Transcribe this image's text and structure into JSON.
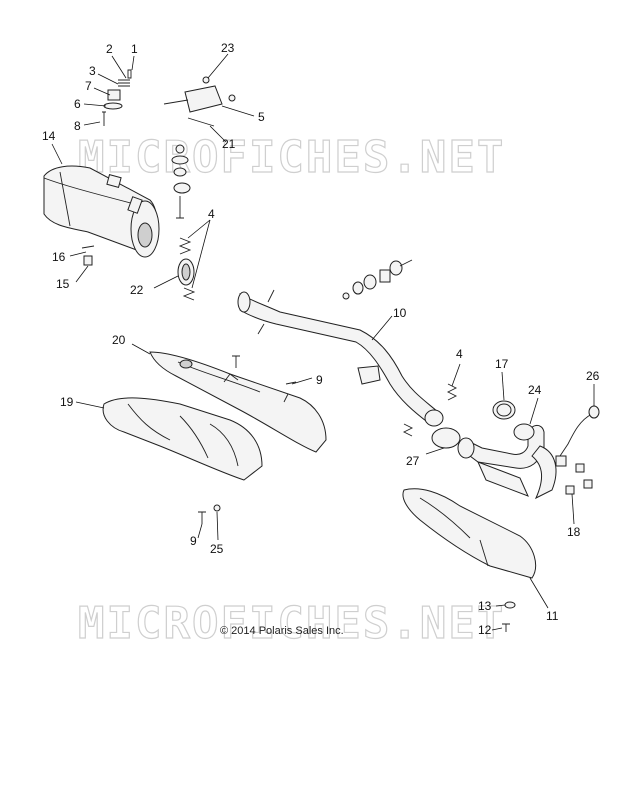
{
  "watermark": "MICROFICHES.NET",
  "copyright": "© 2014 Polaris Sales Inc.",
  "callouts": [
    {
      "id": "c1",
      "label": "1"
    },
    {
      "id": "c2",
      "label": "2"
    },
    {
      "id": "c3",
      "label": "3"
    },
    {
      "id": "c7",
      "label": "7"
    },
    {
      "id": "c6",
      "label": "6"
    },
    {
      "id": "c8",
      "label": "8"
    },
    {
      "id": "c23",
      "label": "23"
    },
    {
      "id": "c5",
      "label": "5"
    },
    {
      "id": "c21",
      "label": "21"
    },
    {
      "id": "c14",
      "label": "14"
    },
    {
      "id": "c4a",
      "label": "4"
    },
    {
      "id": "c16",
      "label": "16"
    },
    {
      "id": "c15",
      "label": "15"
    },
    {
      "id": "c22",
      "label": "22"
    },
    {
      "id": "c10",
      "label": "10"
    },
    {
      "id": "c20",
      "label": "20"
    },
    {
      "id": "c9a",
      "label": "9"
    },
    {
      "id": "c19",
      "label": "19"
    },
    {
      "id": "c4b",
      "label": "4"
    },
    {
      "id": "c17",
      "label": "17"
    },
    {
      "id": "c24",
      "label": "24"
    },
    {
      "id": "c26",
      "label": "26"
    },
    {
      "id": "c27",
      "label": "27"
    },
    {
      "id": "c18",
      "label": "18"
    },
    {
      "id": "c9b",
      "label": "9"
    },
    {
      "id": "c25",
      "label": "25"
    },
    {
      "id": "c13",
      "label": "13"
    },
    {
      "id": "c12",
      "label": "12"
    },
    {
      "id": "c11",
      "label": "11"
    }
  ]
}
